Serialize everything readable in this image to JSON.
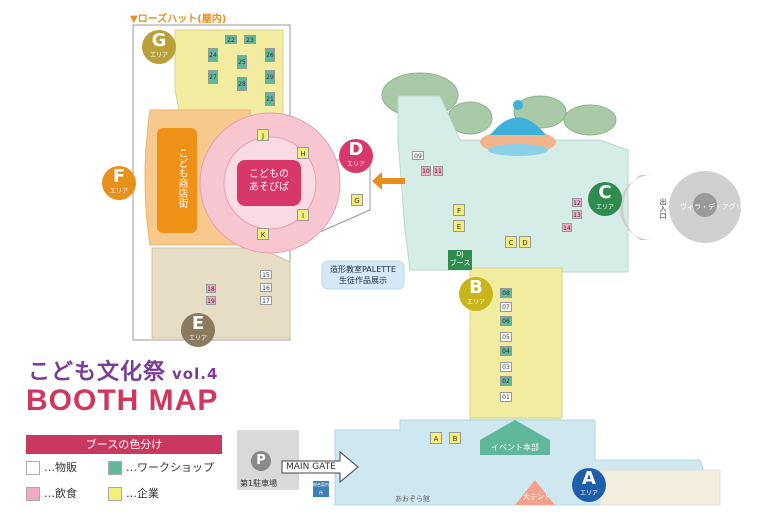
{
  "header": {
    "rose_hut": "▼ローズハット(屋内)",
    "event_title": "こども文化祭",
    "vol": "vol.4",
    "booth_map": "BOOTH MAP"
  },
  "legend": {
    "title": "ブースの色分け",
    "items": [
      {
        "label": "…物販",
        "color": "#ffffff"
      },
      {
        "label": "…ワークショップ",
        "color": "#5fb89a"
      },
      {
        "label": "…飲食",
        "color": "#f2a9c8"
      },
      {
        "label": "…企業",
        "color": "#f5ef7a"
      }
    ]
  },
  "areas": {
    "G": {
      "letter": "G",
      "sub": "エリア",
      "color": "#b9a038"
    },
    "F": {
      "letter": "F",
      "sub": "エリア",
      "color": "#e8901c"
    },
    "E": {
      "letter": "E",
      "sub": "エリア",
      "color": "#8a7a5e"
    },
    "D": {
      "letter": "D",
      "sub": "エリア",
      "color": "#d7386a"
    },
    "C": {
      "letter": "C",
      "sub": "エリア",
      "color": "#2e8c4e"
    },
    "B": {
      "letter": "B",
      "sub": "エリア",
      "color": "#c8b51c"
    },
    "A": {
      "letter": "A",
      "sub": "エリア",
      "color": "#1f5ea8"
    }
  },
  "labels": {
    "play_center": [
      "こどもの",
      "あそびば"
    ],
    "shop_street": [
      "こども",
      "商店街"
    ],
    "palette": [
      "造形教室PALETTE",
      "生徒作品展示"
    ],
    "dj": [
      "DJ",
      "ブース"
    ],
    "event_hq": "イベント本部",
    "big_tent": "大テント",
    "main_gate": "MAIN GATE",
    "parking": "第1駐車場",
    "parking_letter": "P",
    "aozora": "あおぞら館",
    "villa": "ヴィラ・デ・アグリ",
    "c_entrance": "出入口",
    "info": "総合案内所"
  },
  "booths": {
    "g_area": [
      "22",
      "23",
      "24",
      "25",
      "26",
      "27",
      "28",
      "29",
      "21"
    ],
    "ring": [
      "J",
      "H",
      "I",
      "K",
      "G"
    ],
    "plaza": [
      "09",
      "10",
      "11"
    ],
    "ef": [
      "F",
      "E"
    ],
    "cd": [
      "C",
      "D"
    ],
    "c_area": [
      "12",
      "13",
      "14"
    ],
    "b_lane": [
      "08",
      "07",
      "06",
      "05",
      "04",
      "03",
      "02",
      "01"
    ],
    "e_area": [
      "15",
      "16",
      "17",
      "18",
      "19"
    ],
    "a_ab": [
      "A",
      "B"
    ]
  }
}
